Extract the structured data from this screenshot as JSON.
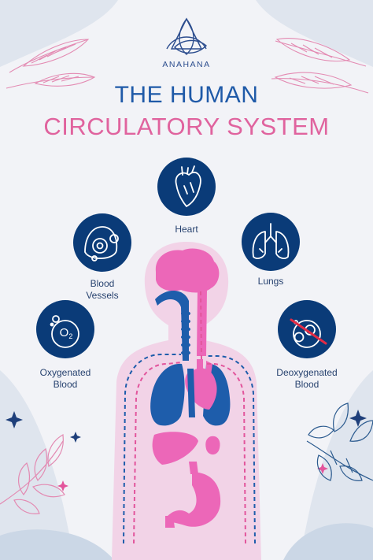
{
  "brand": {
    "name": "ANAHANA"
  },
  "title": {
    "line1": "THE HUMAN",
    "line2": "CIRCULATORY SYSTEM"
  },
  "labels": {
    "heart": "Heart",
    "lungs": "Lungs",
    "blood_vessels_line1": "Blood",
    "blood_vessels_line2": "Vessels",
    "oxygenated_line1": "Oxygenated",
    "oxygenated_line2": "Blood",
    "deoxygenated_line1": "Deoxygenated",
    "deoxygenated_line2": "Blood"
  },
  "icon_badges": {
    "oxygen_symbol": "O",
    "oxygen_subscript": "2"
  },
  "colors": {
    "background": "#dfe5ee",
    "silhouette": "#f2f3f7",
    "circle_navy": "#0a3b78",
    "title_blue": "#1f5aa8",
    "title_pink": "#e0639e",
    "organ_pink": "#ec67b8",
    "organ_blue": "#1e5dab"
  }
}
